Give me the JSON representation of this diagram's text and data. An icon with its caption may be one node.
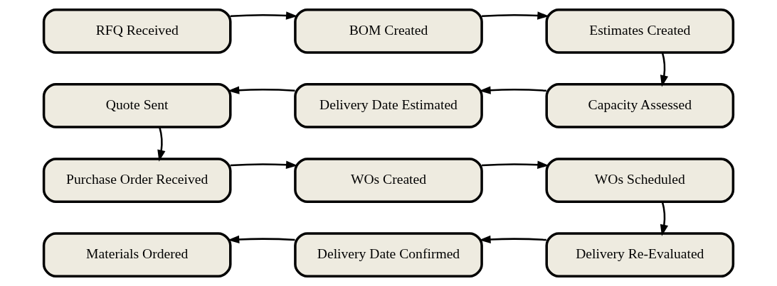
{
  "diagram": {
    "nodes": [
      {
        "text": [
          "RFQ Received"
        ]
      },
      {
        "text": [
          "BOM Created"
        ]
      },
      {
        "text": [
          "Estimates Created"
        ]
      },
      {
        "text": [
          "Quote Sent"
        ]
      },
      {
        "text": [
          "Delivery Date Estimated"
        ]
      },
      {
        "text": [
          "Capacity Assessed"
        ]
      },
      {
        "text": [
          "Purchase Order Received"
        ]
      },
      {
        "text": [
          "WOs Created"
        ]
      },
      {
        "text": [
          "WOs Scheduled"
        ]
      },
      {
        "text": [
          "Materials Ordered"
        ]
      },
      {
        "text": [
          "Delivery Date Confirmed"
        ]
      },
      {
        "text": [
          "Delivery Re-Evaluated"
        ]
      }
    ],
    "edges": [
      {
        "from": 0,
        "to": 1,
        "arrow": "to"
      },
      {
        "from": 1,
        "to": 2,
        "arrow": "to"
      },
      {
        "from": 2,
        "to": 5,
        "arrow": "to"
      },
      {
        "from": 5,
        "to": 4,
        "arrow": "to"
      },
      {
        "from": 4,
        "to": 3,
        "arrow": "to"
      },
      {
        "from": 3,
        "to": 6,
        "arrow": "to"
      },
      {
        "from": 6,
        "to": 7,
        "arrow": "to"
      },
      {
        "from": 7,
        "to": 8,
        "arrow": "to"
      },
      {
        "from": 8,
        "to": 11,
        "arrow": "to"
      },
      {
        "from": 11,
        "to": 10,
        "arrow": "to"
      },
      {
        "from": 10,
        "to": 9,
        "arrow": "to"
      }
    ]
  }
}
